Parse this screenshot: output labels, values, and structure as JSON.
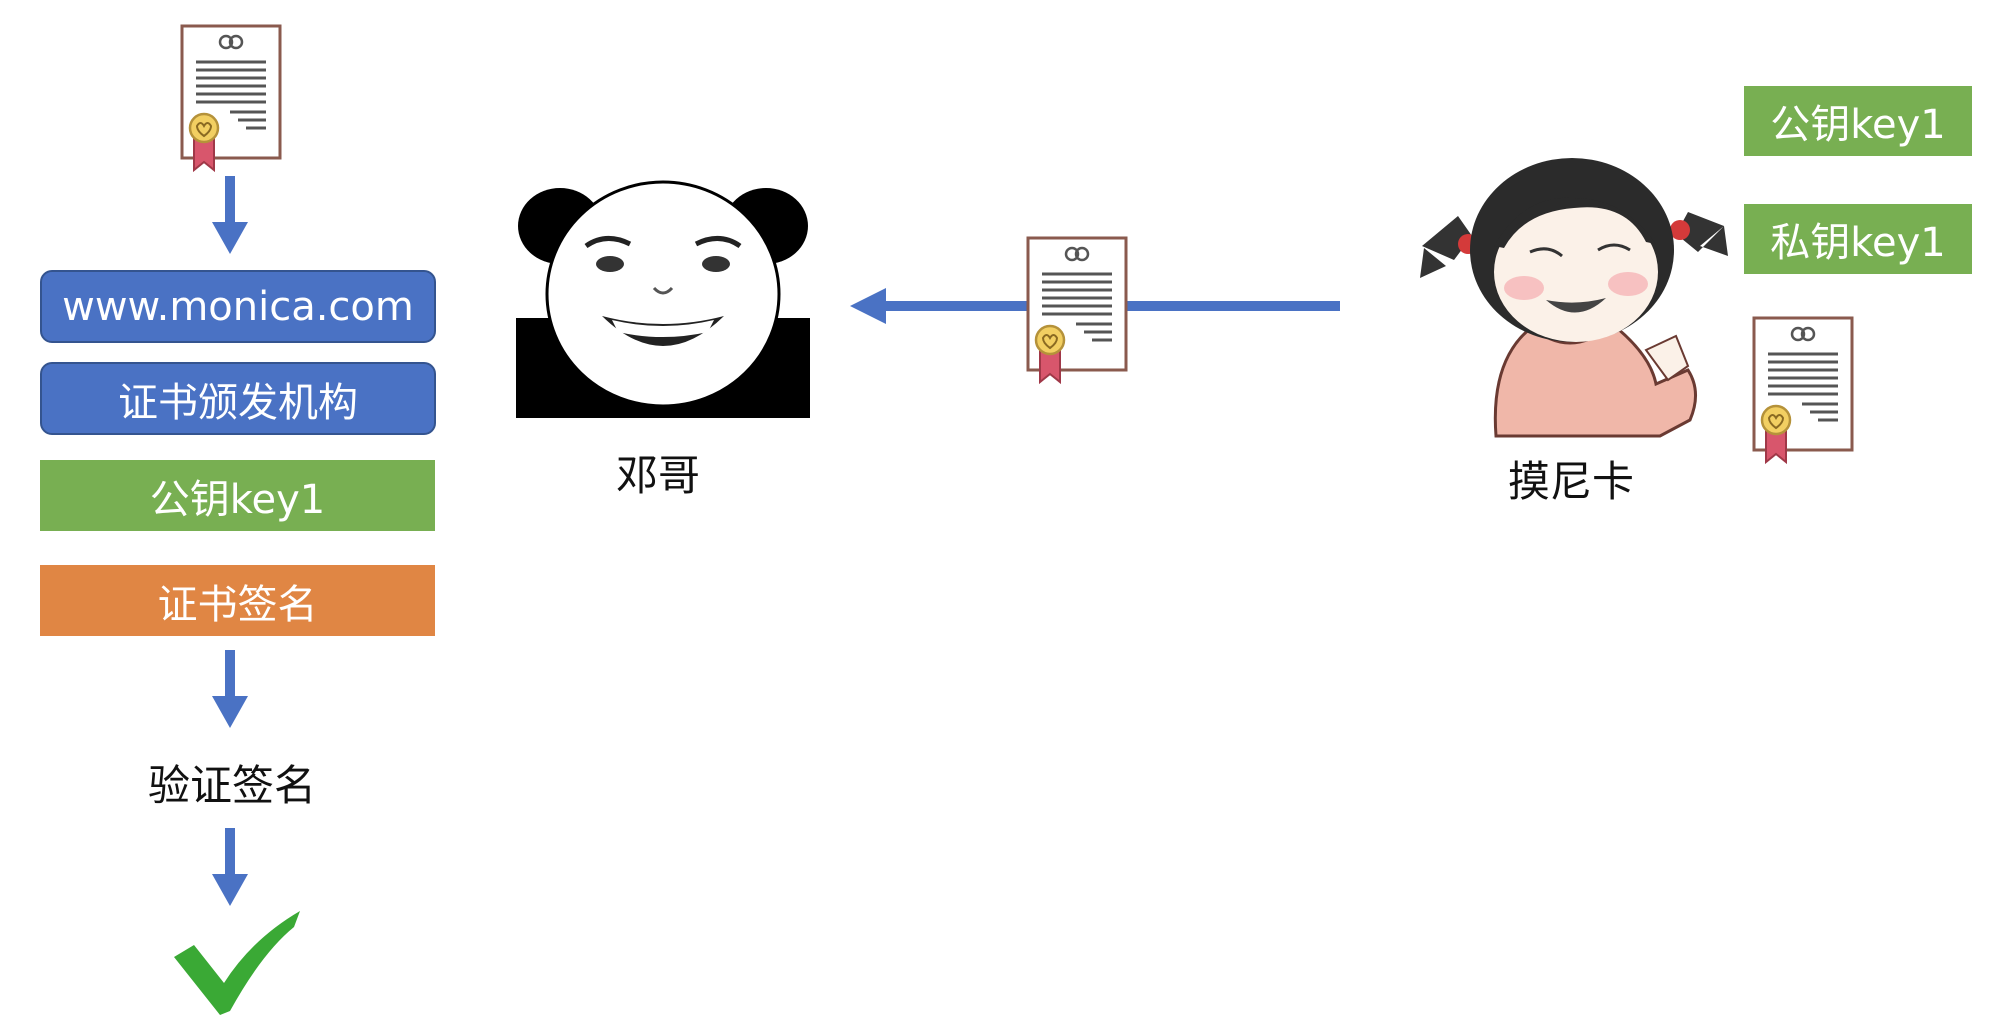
{
  "flow": {
    "domain_box": "www.monica.com",
    "issuer_box": "证书颁发机构",
    "pubkey_box": "公钥key1",
    "signature_box": "证书签名",
    "verify_label": "验证签名"
  },
  "actors": {
    "receiver_name": "邓哥",
    "sender_name": "摸尼卡"
  },
  "sender_keys": {
    "public_key": "公钥key1",
    "private_key": "私钥key1"
  },
  "colors": {
    "blue_box": "#4a72c4",
    "green_box": "#78af52",
    "orange_box": "#e08644",
    "arrow": "#4a72c4",
    "check": "#3aa935"
  }
}
